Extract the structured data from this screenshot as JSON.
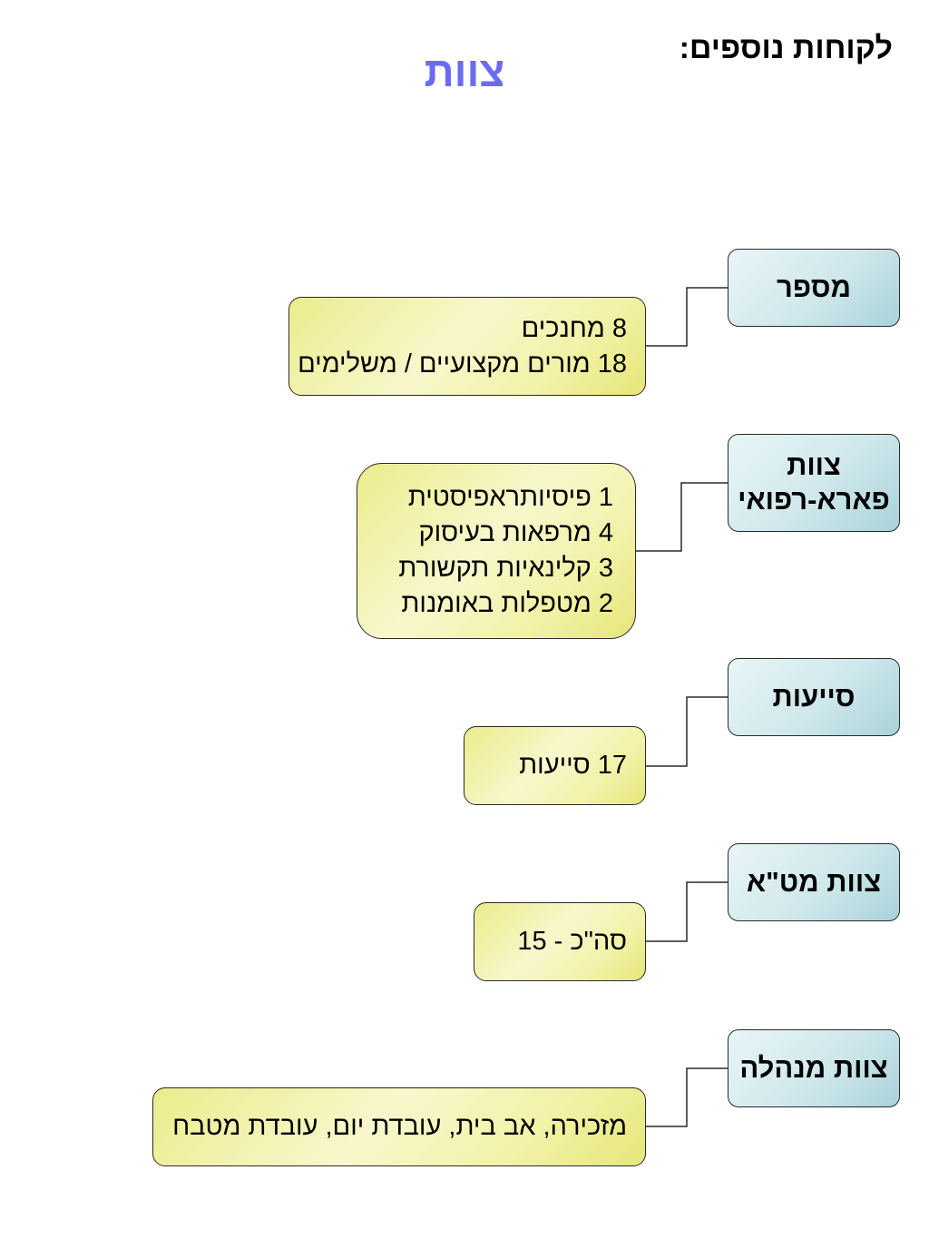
{
  "header": {
    "corner_title": "לקוחות נוספים:",
    "main_title": "צוות"
  },
  "groups": [
    {
      "category": [
        "מספר"
      ],
      "details": [
        "8 מחנכים",
        "18 מורים מקצועיים / משלימים"
      ]
    },
    {
      "category": [
        "צוות",
        "פארא-רפואי"
      ],
      "details": [
        "1 פיסיותראפיסטית",
        "4 מרפאות בעיסוק",
        "3 קלינאיות תקשורת",
        "2 מטפלות באומנות"
      ]
    },
    {
      "category": [
        "סייעות"
      ],
      "details": [
        "17 סייעות"
      ]
    },
    {
      "category": [
        "צוות מט\"א"
      ],
      "details": [
        "סה\"כ - 15"
      ]
    },
    {
      "category": [
        "צוות מנהלה"
      ],
      "details": [
        "מזכירה, אב בית, עובדת יום, עובדת מטבח"
      ]
    }
  ],
  "colors": {
    "title": "#6b6bf2",
    "category_fill": "#cfe8ec",
    "detail_fill": "#f2f2a8",
    "border": "#2a2a2a"
  }
}
